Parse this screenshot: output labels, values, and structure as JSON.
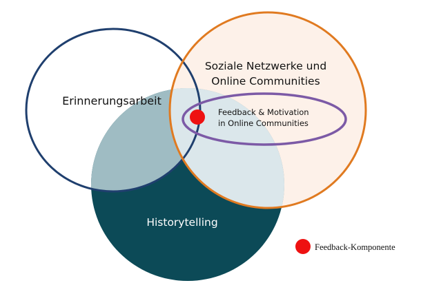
{
  "labels": {
    "erinnerungsarbeit": "Erinnerungsarbeit",
    "soziale_line1": "Soziale Netzwerke und",
    "soziale_line2": "Online Communities",
    "feedback_line1": "Feedback & Motivation",
    "feedback_line2": "in Online Communities",
    "historytelling": "Historytelling"
  },
  "legend": {
    "label": "Feedback-Komponente"
  },
  "colors": {
    "erinnerungsarbeit_stroke": "#1f3f6e",
    "soziale_stroke": "#e07a20",
    "soziale_fill": "#fbe4d3",
    "feedback_stroke": "#7c5aa6",
    "history_fill": "#0c4a57",
    "history_light": "#9fbcc3",
    "overlap_light": "#dbe7eb",
    "marker": "#ee1111"
  }
}
